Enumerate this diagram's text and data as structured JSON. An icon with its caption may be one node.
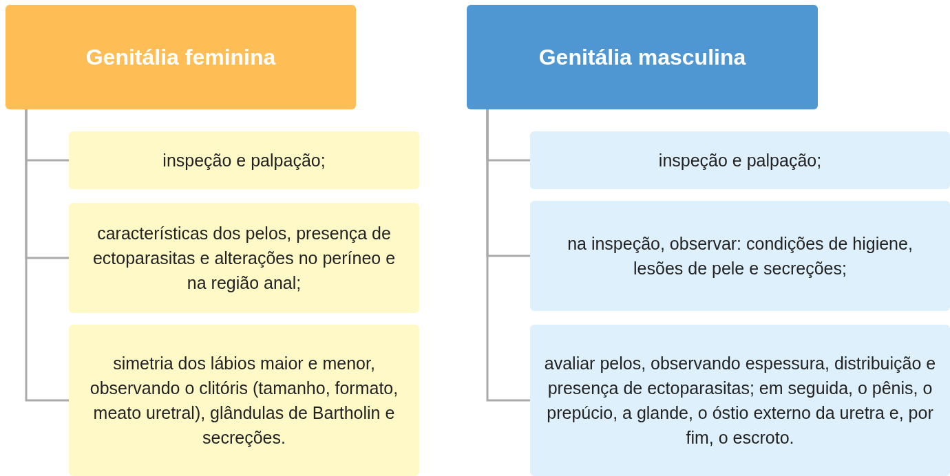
{
  "diagram": {
    "nodes": [
      {
        "text": [
          "Genitália feminina"
        ]
      },
      {
        "text": [
          "inspeção e palpação;"
        ]
      },
      {
        "text": [
          "características dos pelos, presença de ectoparasitas e alterações no períneo e na região anal;"
        ]
      },
      {
        "text": [
          "simetria dos lábios maior e menor, observando o clitóris (tamanho, formato, meato uretral), glândulas de Bartholin e secreções."
        ]
      },
      {
        "text": [
          "Genitália masculina"
        ]
      },
      {
        "text": [
          "inspeção e palpação;"
        ]
      },
      {
        "text": [
          "na inspeção, observar: condições de higiene, lesões de pele e secreções;"
        ]
      },
      {
        "text": [
          "avaliar pelos, observando espessura, distribuição e presença de ectoparasitas; em seguida, o pênis, o prepúcio, a glande, o óstio externo da uretra e, por fim, o escroto."
        ]
      }
    ],
    "edges": [
      {
        "from": 0,
        "to": 1,
        "arrow": "none"
      },
      {
        "from": 0,
        "to": 2,
        "arrow": "none"
      },
      {
        "from": 0,
        "to": 3,
        "arrow": "none"
      },
      {
        "from": 4,
        "to": 5,
        "arrow": "none"
      },
      {
        "from": 4,
        "to": 6,
        "arrow": "none"
      },
      {
        "from": 4,
        "to": 7,
        "arrow": "none"
      }
    ]
  }
}
